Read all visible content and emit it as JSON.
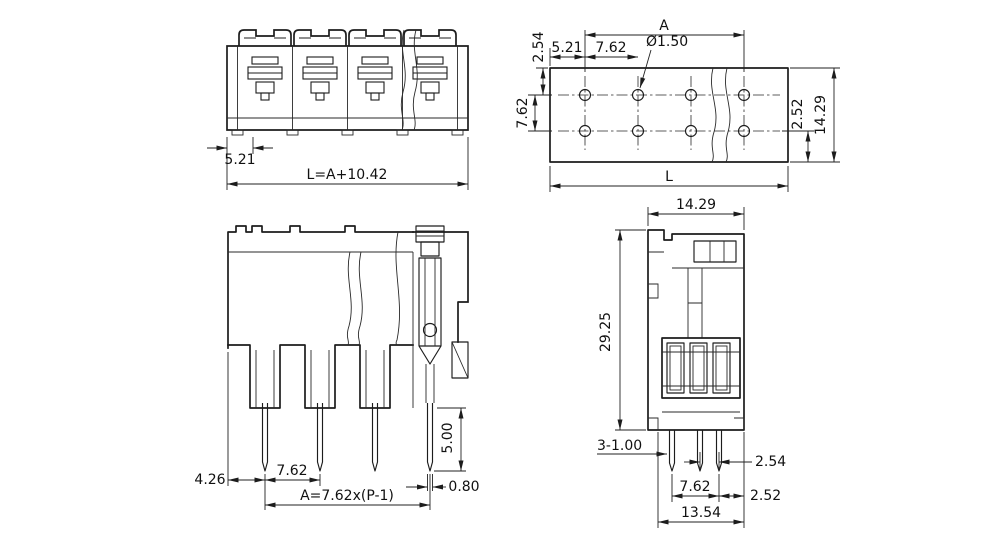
{
  "colors": {
    "line": "#1c1c1c",
    "background": "#ffffff"
  },
  "views": {
    "front": {
      "dims": {
        "edge_offset": "5.21",
        "total_length": "L=A+10.42"
      }
    },
    "footprint": {
      "dims": {
        "span": "A",
        "edge_to_row": "2.54",
        "edge_to_col": "5.21",
        "col_pitch": "7.62",
        "hole_dia": "Ø1.50",
        "row_pitch": "7.62",
        "row_to_edge": "2.52",
        "total_width": "14.29",
        "total_length": "L"
      }
    },
    "section": {
      "dims": {
        "edge_to_pin": "4.26",
        "pin_pitch": "7.62",
        "pitch_formula": "A=7.62x(P-1)",
        "pin_length": "5.00",
        "pin_width": "0.80"
      }
    },
    "side": {
      "dims": {
        "depth": "14.29",
        "height": "29.25",
        "pin_spec": "3-1.00",
        "pin_gap": "2.54",
        "pin_span": "7.62",
        "pin_to_edge": "2.52",
        "base_depth": "13.54"
      }
    }
  }
}
